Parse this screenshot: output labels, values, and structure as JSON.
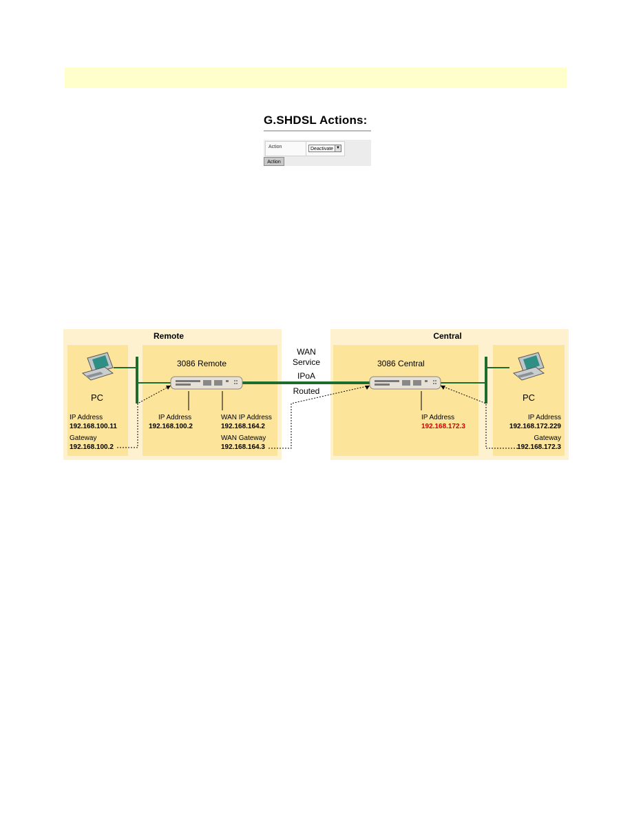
{
  "panel": {
    "title": "G.SHDSL Actions:",
    "row_label": "Action",
    "select_value": "Deactivate",
    "button_label": "Action"
  },
  "diagram": {
    "remote": {
      "zone_title": "Remote",
      "device_name": "3086 Remote",
      "pc_label": "PC",
      "pc_ip_label": "IP Address",
      "pc_ip": "192.168.100.11",
      "pc_gw_label": "Gateway",
      "pc_gw": "192.168.100.2",
      "lan_ip_label": "IP Address",
      "lan_ip": "192.168.100.2",
      "wan_ip_label": "WAN IP Address",
      "wan_ip": "192.168.164.2",
      "wan_gw_label": "WAN Gateway",
      "wan_gw": "192.168.164.3"
    },
    "wan": {
      "line1": "WAN",
      "line2": "Service",
      "line3": "IPoA",
      "line4": "Routed"
    },
    "central": {
      "zone_title": "Central",
      "device_name": "3086 Central",
      "ip_label": "IP Address",
      "ip": "192.168.172.3",
      "pc_label": "PC",
      "pc_ip_label": "IP Address",
      "pc_ip": "192.168.172.229",
      "pc_gw_label": "Gateway",
      "pc_gw": "192.168.172.3"
    },
    "colors": {
      "line": "#1e6b2e",
      "outer_zone": "#fdf1cf",
      "inner_zone": "#fce59b",
      "highlight": "#d00000"
    }
  }
}
